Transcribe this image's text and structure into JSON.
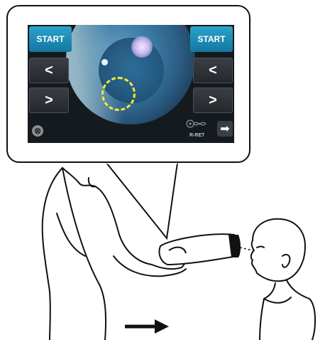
{
  "device_screen": {
    "start_left": "START",
    "start_right": "START",
    "prev_glyph": "<",
    "next_glyph": ">",
    "close_glyph": "⊗",
    "forward_glyph": "➡",
    "mode_label": "R-RET"
  },
  "icons": {
    "target": "dashed-circle-target-icon",
    "close": "close-icon",
    "forward": "arrow-right-icon",
    "mode": "eye-mode-icon",
    "direction": "arrow-right-icon"
  },
  "colors": {
    "accent": "#1f8fba",
    "target": "#f5e634",
    "screen_bg": "#151a1f"
  }
}
